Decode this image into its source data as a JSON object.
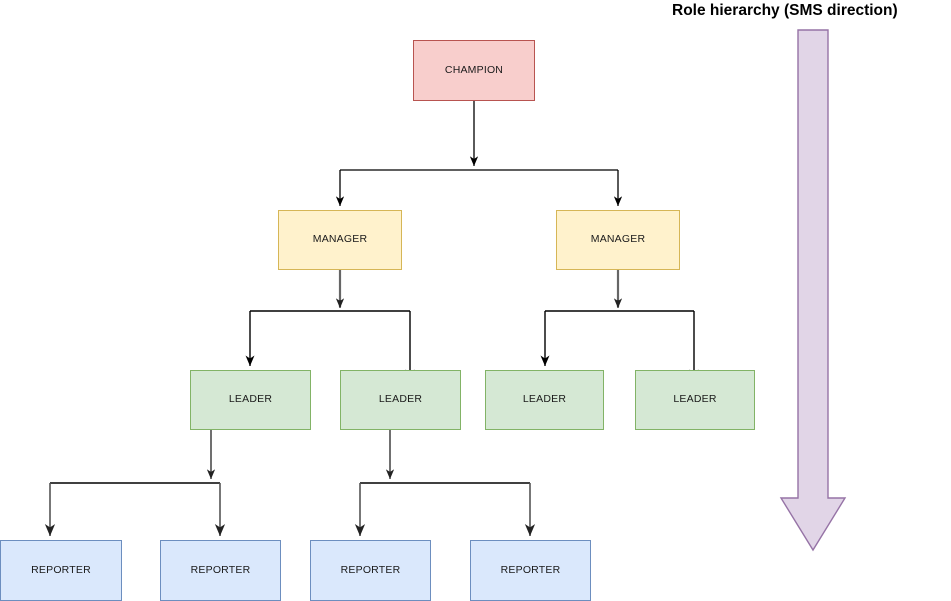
{
  "diagram": {
    "type": "org-chart",
    "title_label": "Role hierarchy (SMS direction)",
    "colors": {
      "champion_fill": "#f8cecc",
      "champion_stroke": "#b85450",
      "manager_fill": "#fff2cc",
      "manager_stroke": "#d6b656",
      "leader_fill": "#d5e8d4",
      "leader_stroke": "#82b366",
      "reporter_fill": "#dae8fc",
      "reporter_stroke": "#6c8ebf",
      "arrow_fill": "#e1d5e7",
      "arrow_stroke": "#9673a6",
      "connector_black": "#000000",
      "connector_gray": "#666666",
      "background": "#ffffff"
    },
    "levels": [
      {
        "level": 1,
        "role": "champion",
        "nodes": [
          {
            "label": "CHAMPION"
          }
        ]
      },
      {
        "level": 2,
        "role": "manager",
        "nodes": [
          {
            "label": "MANAGER"
          },
          {
            "label": "MANAGER"
          }
        ]
      },
      {
        "level": 3,
        "role": "leader",
        "nodes": [
          {
            "label": "LEADER"
          },
          {
            "label": "LEADER"
          },
          {
            "label": "LEADER"
          },
          {
            "label": "LEADER"
          }
        ]
      },
      {
        "level": 4,
        "role": "reporter",
        "nodes": [
          {
            "label": "REPORTER"
          },
          {
            "label": "REPORTER"
          },
          {
            "label": "REPORTER"
          },
          {
            "label": "REPORTER"
          }
        ]
      }
    ],
    "nodes": {
      "champion_1": "CHAMPION",
      "manager_1": "MANAGER",
      "manager_2": "MANAGER",
      "leader_1": "LEADER",
      "leader_2": "LEADER",
      "leader_3": "LEADER",
      "leader_4": "LEADER",
      "reporter_1": "REPORTER",
      "reporter_2": "REPORTER",
      "reporter_3": "REPORTER",
      "reporter_4": "REPORTER"
    },
    "legend": {
      "title": "Role hierarchy (SMS direction)",
      "arrow_direction": "down"
    }
  }
}
